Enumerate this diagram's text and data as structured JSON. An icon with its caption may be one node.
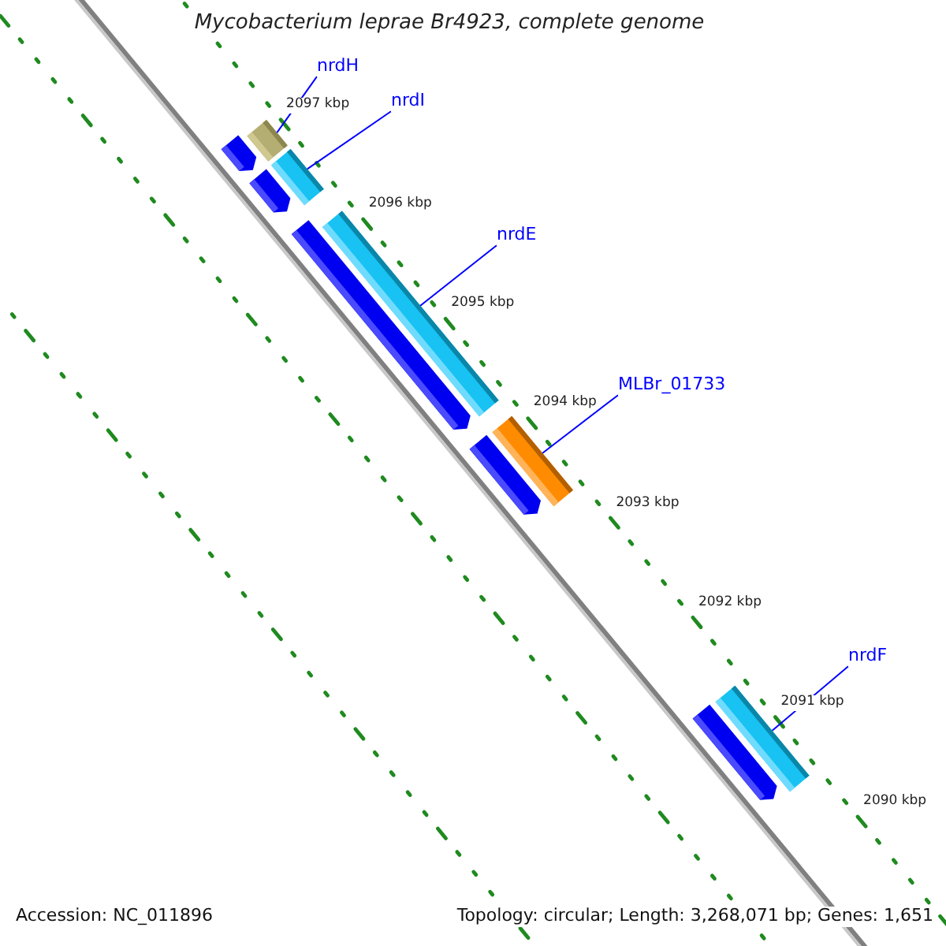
{
  "diagram": {
    "title": "Mycobacterium leprae Br4923, complete genome",
    "nodes": [
      {
        "text": [
          "nrdH"
        ]
      },
      {
        "text": [
          "nrdI"
        ]
      },
      {
        "text": [
          "nrdE"
        ]
      },
      {
        "text": [
          "MLBr_01733"
        ]
      },
      {
        "text": [
          "nrdF"
        ]
      },
      {
        "text": [],
        "shape": "bar"
      },
      {
        "text": [],
        "shape": "bar"
      },
      {
        "text": [],
        "shape": "bar"
      },
      {
        "text": [],
        "shape": "bar"
      },
      {
        "text": [],
        "shape": "bar"
      },
      {
        "text": [],
        "shape": "bar"
      },
      {
        "text": [],
        "shape": "bar"
      },
      {
        "text": [],
        "shape": "bar"
      },
      {
        "text": [],
        "shape": "bar"
      },
      {
        "text": [],
        "shape": "bar"
      }
    ],
    "edges": [
      {
        "from": 0,
        "to": 5,
        "arrow": "none"
      },
      {
        "from": 1,
        "to": 6,
        "arrow": "none"
      },
      {
        "from": 2,
        "to": 7,
        "arrow": "none"
      },
      {
        "from": 3,
        "to": 8,
        "arrow": "none"
      },
      {
        "from": 4,
        "to": 9,
        "arrow": "none"
      }
    ],
    "labels": [
      "2097 kbp",
      "2096 kbp",
      "2095 kbp",
      "2094 kbp",
      "2093 kbp",
      "2092 kbp",
      "2091 kbp",
      "2090 kbp",
      "Accession: NC_011896",
      "Topology: circular; Length: 3,268,071 bp; Genes: 1,651"
    ]
  }
}
